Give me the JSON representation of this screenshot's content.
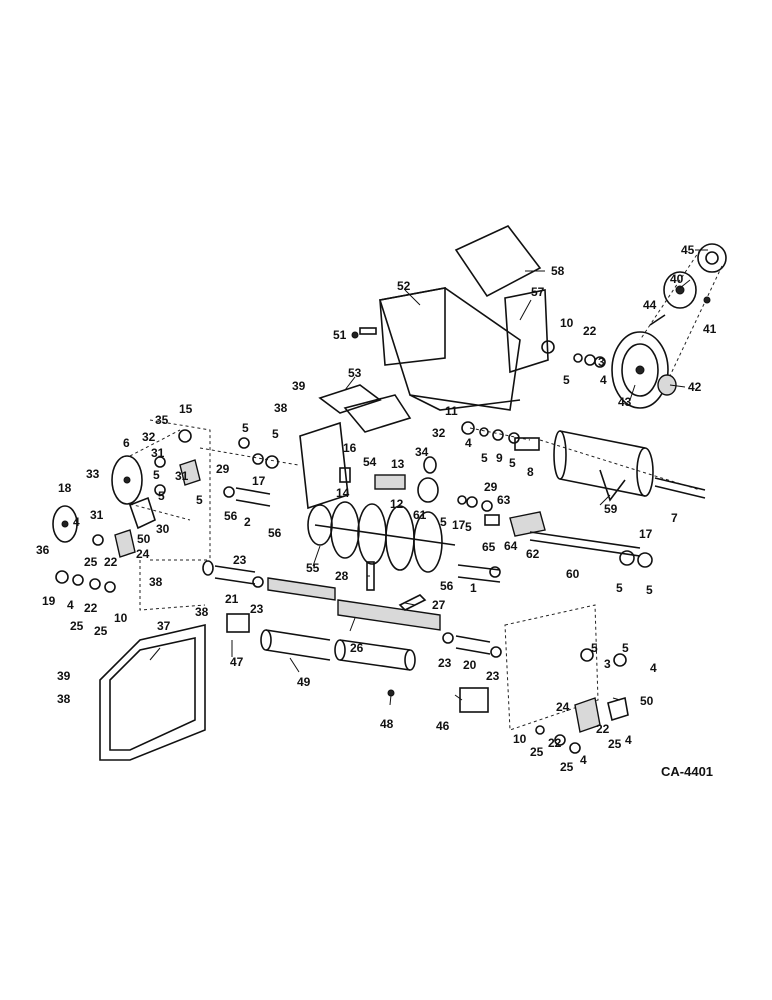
{
  "drawing_code": "CA-4401",
  "callouts": [
    "45",
    "58",
    "40",
    "52",
    "57",
    "44",
    "41",
    "10",
    "51",
    "22",
    "5",
    "3",
    "4",
    "42",
    "43",
    "53",
    "39",
    "38",
    "11",
    "4",
    "5",
    "9",
    "5",
    "15",
    "32",
    "35",
    "5",
    "5",
    "17",
    "16",
    "54",
    "13",
    "34",
    "32",
    "8",
    "6",
    "31",
    "29",
    "5",
    "31",
    "14",
    "12",
    "29",
    "33",
    "61",
    "5",
    "63",
    "59",
    "18",
    "2",
    "56",
    "5",
    "5",
    "31",
    "30",
    "50",
    "24",
    "25",
    "22",
    "36",
    "4",
    "56",
    "5",
    "17",
    "65",
    "64",
    "62",
    "7",
    "55",
    "23",
    "17",
    "60",
    "38",
    "28",
    "56",
    "1",
    "19",
    "4",
    "22",
    "25",
    "10",
    "21",
    "23",
    "27",
    "5",
    "5",
    "38",
    "26",
    "37",
    "47",
    "49",
    "23",
    "20",
    "23",
    "5",
    "5",
    "3",
    "4",
    "39",
    "50",
    "38",
    "24",
    "22",
    "48",
    "46",
    "25",
    "10",
    "22",
    "4",
    "25",
    "25",
    "4",
    "25"
  ]
}
